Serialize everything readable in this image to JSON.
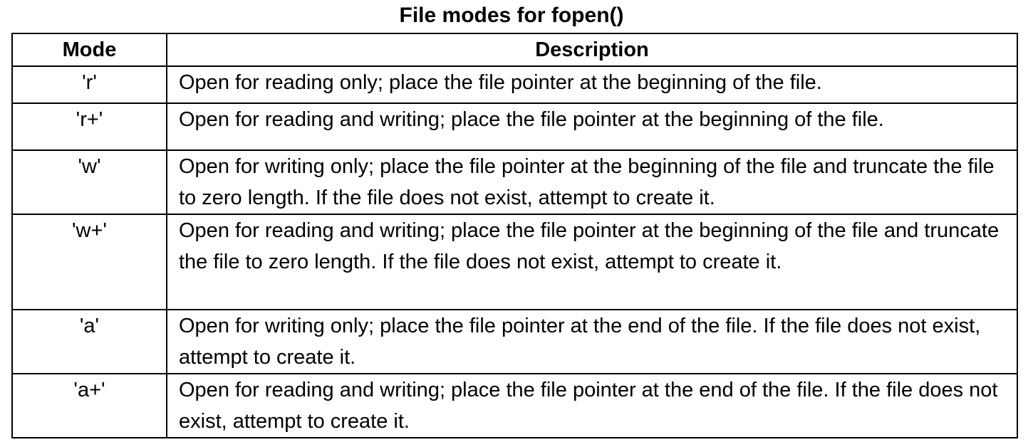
{
  "title": "File modes for fopen()",
  "table": {
    "headers": {
      "mode": "Mode",
      "description": "Description"
    },
    "rows": [
      {
        "mode": "'r'",
        "description": "Open for reading only; place the file pointer at the beginning of the file."
      },
      {
        "mode": "'r+'",
        "description": "Open for reading and writing; place the file pointer at the beginning of the file."
      },
      {
        "mode": "'w'",
        "description": "Open for writing only; place the file pointer at the beginning of the file and truncate the file to zero length. If the file does not exist, attempt to create it."
      },
      {
        "mode": "'w+'",
        "description": "Open for reading and writing; place the file pointer at the beginning of the file and truncate the file to zero length. If the file does not exist, attempt to create it."
      },
      {
        "mode": "'a'",
        "description": "Open for writing only; place the file pointer at the end of the file. If the file does not exist, attempt to create it."
      },
      {
        "mode": "'a+'",
        "description": "Open for reading and writing; place the file pointer at the end of the file. If the file does not exist, attempt to create it."
      }
    ]
  }
}
